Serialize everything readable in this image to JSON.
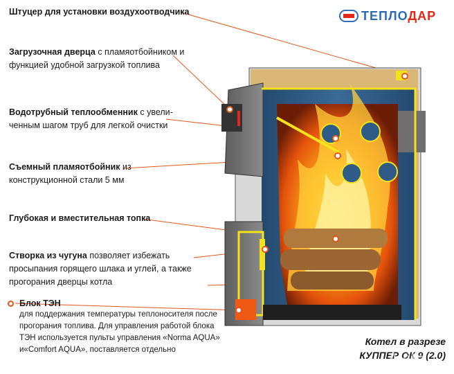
{
  "brand": {
    "logo_text_main": "ТЕПЛО",
    "logo_text_accent": "ДАР"
  },
  "labels": [
    {
      "bold": "Штуцер для установки воздухоотводчика",
      "rest": ""
    },
    {
      "bold": "Загрузочная дверца",
      "rest": " с пламяотбойником и",
      "line2": "функцией удобной загрузкой топлива"
    },
    {
      "bold": "Водотрубный теплообменник",
      "rest": " с увели-",
      "line2": "ченным шагом труб для легкой очистки"
    },
    {
      "bold": "Съемный пламяотбойник",
      "rest": " из",
      "line2": "конструкционной стали 5 мм"
    },
    {
      "bold": "Глубокая и вместительная  топка",
      "rest": ""
    },
    {
      "bold": "Створка из чугуна",
      "rest": " позволяет избежать",
      "line2": "просыпания горящего шлака и углей, а также",
      "line3": "прогорания дверцы котла"
    },
    {
      "bold": "Блок ТЭН",
      "rest": "",
      "line2": "для поддержания температуры теплоносителя после",
      "line3": "прогорания топлива. Для управления работой блока",
      "line4": "ТЭН используется пульты управления «Norma AQUA»",
      "line5": "и«Comfort AQUA», поставляется отдельно"
    }
  ],
  "caption": {
    "line1": "Котел в разрезе",
    "line2": "КУППЕР ОК 9 (2.0)"
  },
  "watermark": "Avito",
  "colors": {
    "accent_line": "#e2571b",
    "steel_blue": "#2e5b87",
    "yellow": "#f4e21a",
    "brand_blue": "#2d6cb5",
    "brand_red": "#e2271b"
  }
}
